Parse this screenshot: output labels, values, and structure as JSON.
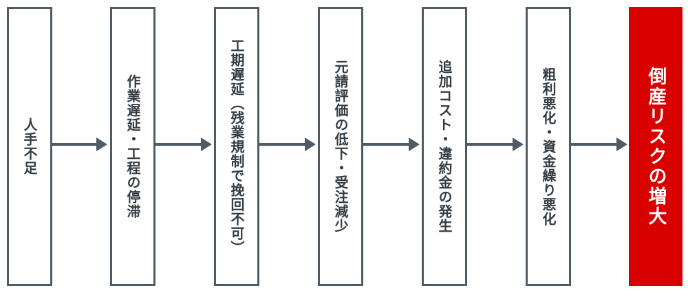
{
  "steps": [
    {
      "label": "人手不足"
    },
    {
      "label": "作業遅延・工程の停滞"
    },
    {
      "label": "工期遅延（残業規制で挽回不可）"
    },
    {
      "label": "元請評価の低下・受注減少"
    },
    {
      "label": "追加コスト・違約金の発生"
    },
    {
      "label": "粗利悪化・資金繰り悪化"
    },
    {
      "label": "倒産リスクの増大"
    }
  ],
  "colors": {
    "box_border": "#4f5b66",
    "text": "#333c44",
    "arrow": "#4f5b66",
    "final_fill": "#d90000",
    "final_text": "#ffffff"
  }
}
